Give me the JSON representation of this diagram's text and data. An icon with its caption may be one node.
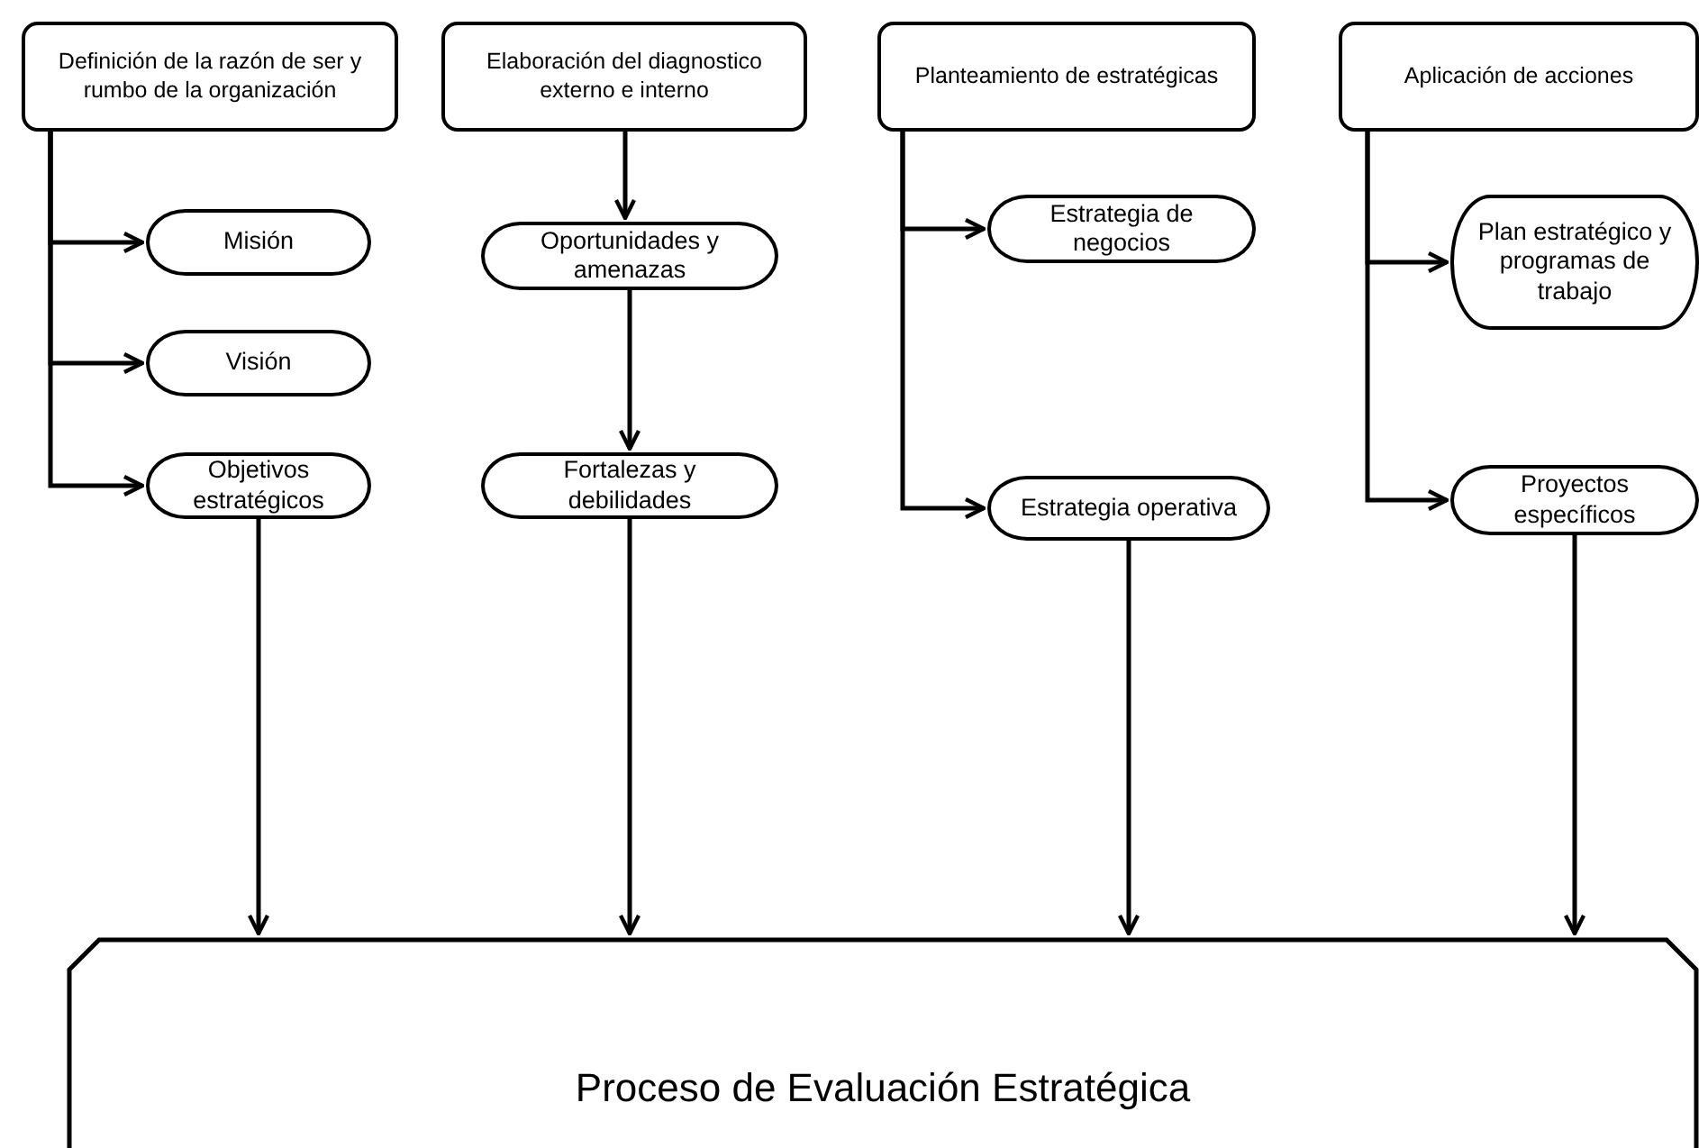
{
  "diagram": {
    "nodes": [
      {
        "text": [
          "Definición de la razón de ser y rumbo de la organización"
        ]
      },
      {
        "text": [
          "Elaboración del diagnostico externo e interno"
        ]
      },
      {
        "text": [
          "Planteamiento de estratégicas"
        ]
      },
      {
        "text": [
          "Aplicación de acciones"
        ]
      },
      {
        "text": [
          "Misión"
        ]
      },
      {
        "text": [
          "Visión"
        ]
      },
      {
        "text": [
          "Objetivos estratégicos"
        ]
      },
      {
        "text": [
          "Oportunidades y amenazas"
        ]
      },
      {
        "text": [
          "Fortalezas y debilidades"
        ]
      },
      {
        "text": [
          "Estrategia de negocios"
        ]
      },
      {
        "text": [
          "Estrategia operativa"
        ]
      },
      {
        "text": [
          "Plan estratégico y programas de trabajo"
        ]
      },
      {
        "text": [
          "Proyectos específicos"
        ]
      },
      {
        "text": [
          "Proceso de Evaluación Estratégica"
        ]
      }
    ],
    "edges": [
      {
        "from": 0,
        "to": 4,
        "arrow": "to"
      },
      {
        "from": 0,
        "to": 5,
        "arrow": "to"
      },
      {
        "from": 0,
        "to": 6,
        "arrow": "to"
      },
      {
        "from": 1,
        "to": 7,
        "arrow": "to"
      },
      {
        "from": 7,
        "to": 8,
        "arrow": "to"
      },
      {
        "from": 2,
        "to": 9,
        "arrow": "to"
      },
      {
        "from": 2,
        "to": 10,
        "arrow": "to"
      },
      {
        "from": 3,
        "to": 11,
        "arrow": "to"
      },
      {
        "from": 3,
        "to": 12,
        "arrow": "to"
      },
      {
        "from": 6,
        "to": 13,
        "arrow": "to"
      },
      {
        "from": 8,
        "to": 13,
        "arrow": "to"
      },
      {
        "from": 10,
        "to": 13,
        "arrow": "to"
      },
      {
        "from": 12,
        "to": 13,
        "arrow": "to"
      }
    ]
  }
}
